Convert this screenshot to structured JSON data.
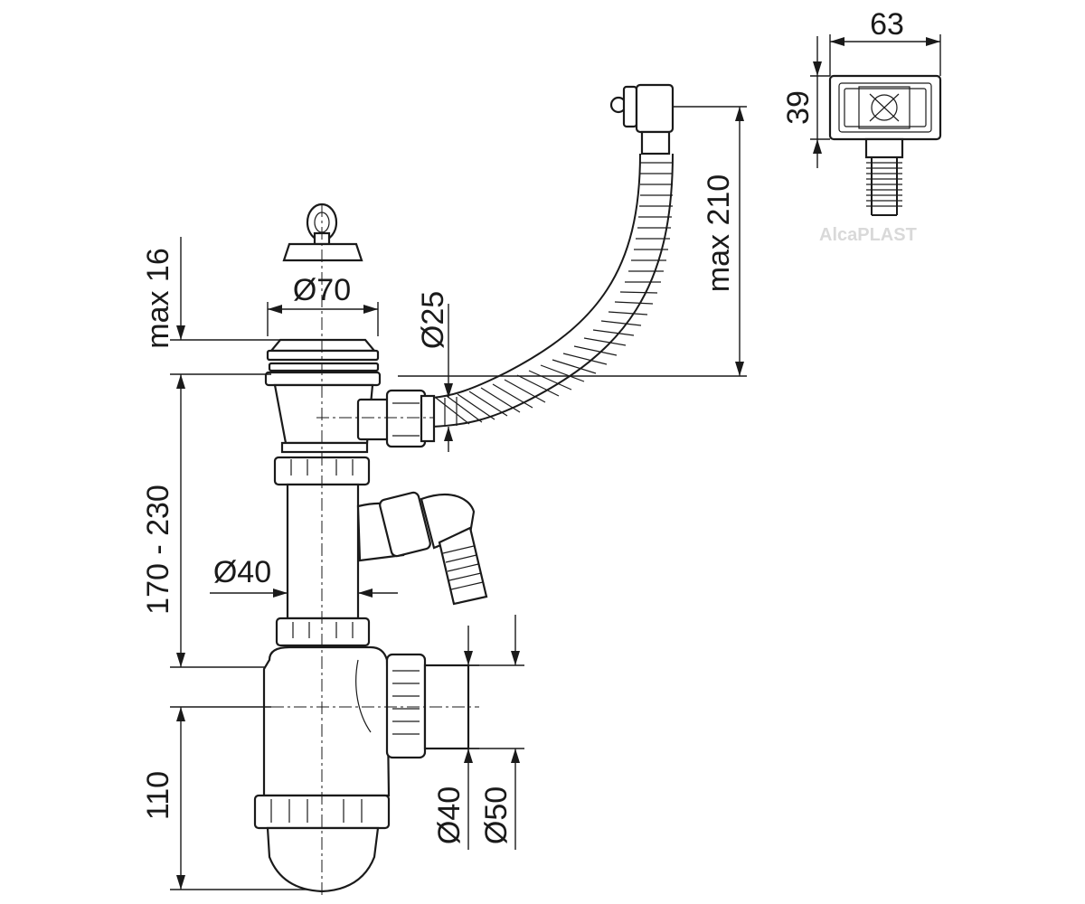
{
  "dimensions": {
    "max16": "max 16",
    "d70": "Ø70",
    "d25": "Ø25",
    "max210": "max 210",
    "w63": "63",
    "h39": "39",
    "r170_230": "170 - 230",
    "d40_pipe": "Ø40",
    "h110": "110",
    "d40_outlet": "Ø40",
    "d50_outlet": "Ø50"
  },
  "watermark": "AlcaPLAST"
}
